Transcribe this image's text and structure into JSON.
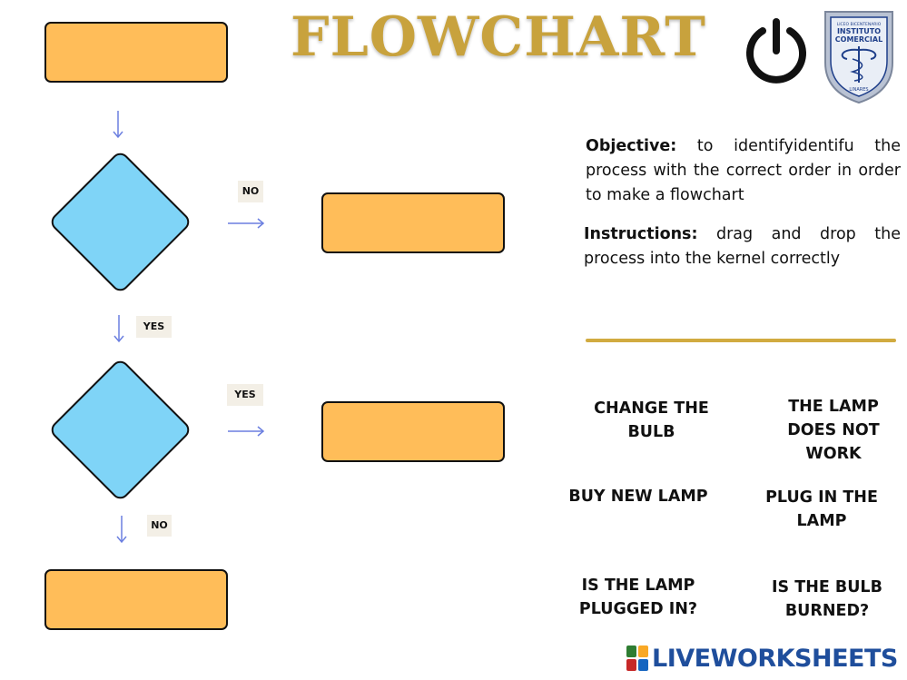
{
  "header": {
    "title": "FLOWCHART",
    "icon": "power-icon",
    "badge": {
      "line1": "LICEO BICENTENARIO",
      "line2": "INSTITUTO",
      "line3": "COMERCIAL",
      "line4": "LINARES"
    }
  },
  "flowchart": {
    "labels": {
      "no_top": "NO",
      "yes_middle": "YES",
      "yes_right": "YES",
      "no_bottom": "NO"
    }
  },
  "info": {
    "objective_label": "Objective:",
    "objective_text": " to identifyidentifu the process with the correct order in order to make a flowchart",
    "instructions_label": "Instructions:",
    "instructions_text": " drag and drop the process into the kernel correctly"
  },
  "options": [
    {
      "text": "CHANGE THE BULB"
    },
    {
      "text": "THE LAMP DOES NOT WORK"
    },
    {
      "text": "BUY NEW LAMP"
    },
    {
      "text": "PLUG IN THE LAMP"
    },
    {
      "text": "IS THE LAMP PLUGGED IN?"
    },
    {
      "text": "IS THE BULB BURNED?"
    }
  ],
  "footer": {
    "brand": "LIVEWORKSHEETS"
  },
  "colors": {
    "title": "#c8a23d",
    "box_fill": "#ffbd59",
    "diamond_fill": "#7fd4f7",
    "arrow": "#6b7fe0",
    "divider": "#d1ab40",
    "brand": "#1f4e9c"
  }
}
